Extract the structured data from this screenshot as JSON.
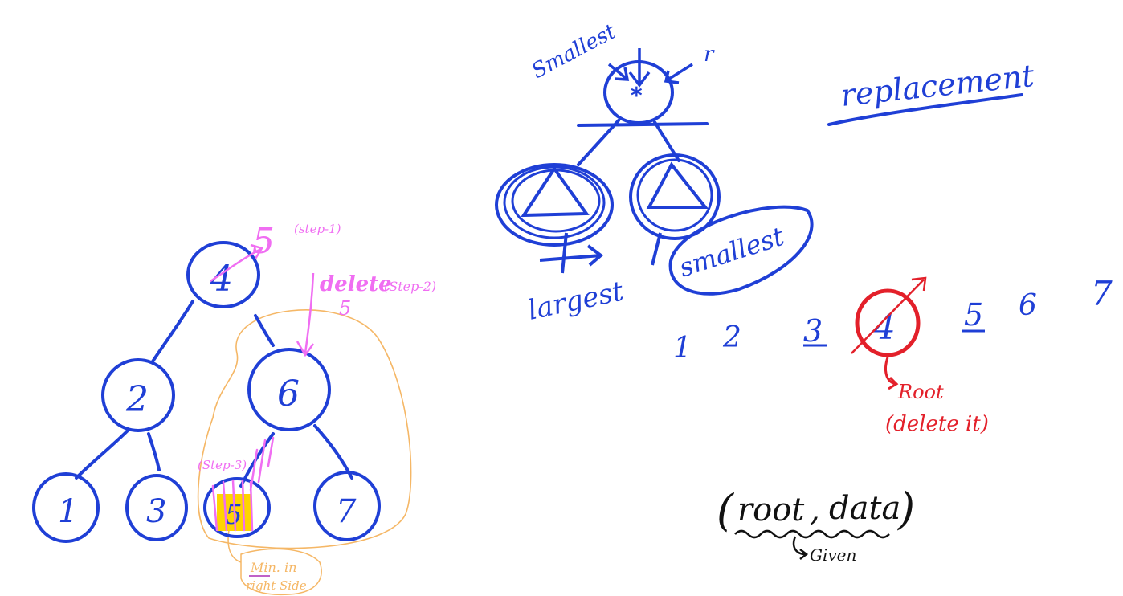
{
  "colors": {
    "blue": "#1f3fd6",
    "pink": "#f06ef2",
    "red": "#e3202a",
    "orange": "#f5b766",
    "black": "#111111",
    "yellow": "#ffd400"
  },
  "tree": {
    "root_value": "4",
    "replaced_value": "5",
    "nodes": {
      "n2": "2",
      "n6": "6",
      "n1": "1",
      "n3": "3",
      "n5": "5",
      "n7": "7"
    }
  },
  "annotations": {
    "step1": "(step-1)",
    "delete_label": "delete",
    "step2": "(Step-2)",
    "delete_value": "5",
    "step3": "(Step-3)",
    "min_label": "Min. in",
    "right_side_label": "right Side"
  },
  "concept": {
    "smallest_top": "Smallest",
    "r_label": "r",
    "replacement": "replacement",
    "largest": "largest",
    "smallest_bottom": "smallest"
  },
  "sequence": {
    "numbers": [
      "1",
      "2",
      "3",
      "4",
      "5",
      "6",
      "7"
    ],
    "root_label": "Root",
    "delete_it_label": "(delete it)"
  },
  "signature": {
    "root": "root",
    "comma": ",",
    "data": "data",
    "given": "Given"
  }
}
